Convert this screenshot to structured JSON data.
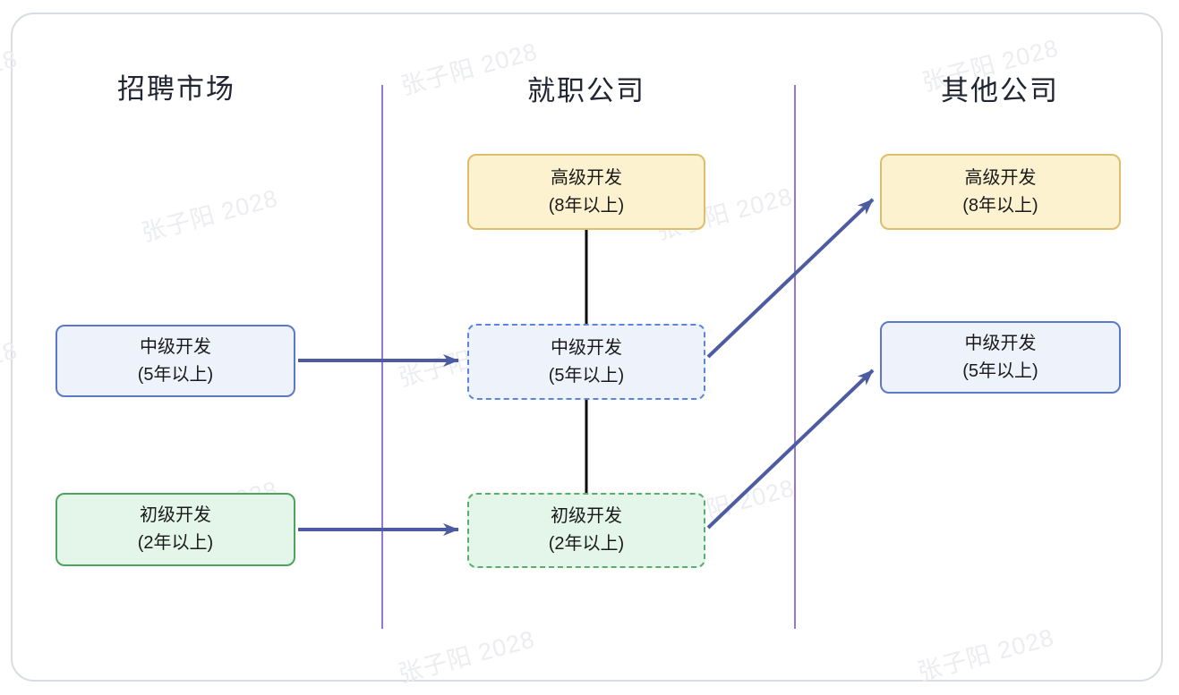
{
  "diagram": {
    "watermark_text": "张子阳 2028",
    "headers": [
      {
        "id": "market",
        "label": "招聘市场"
      },
      {
        "id": "company",
        "label": "就职公司"
      },
      {
        "id": "other",
        "label": "其他公司"
      }
    ],
    "nodes": {
      "market_mid": {
        "title": "中级开发",
        "subtitle": "(5年以上)"
      },
      "market_junior": {
        "title": "初级开发",
        "subtitle": "(2年以上)"
      },
      "company_senior": {
        "title": "高级开发",
        "subtitle": "(8年以上)"
      },
      "company_mid": {
        "title": "中级开发",
        "subtitle": "(5年以上)"
      },
      "company_junior": {
        "title": "初级开发",
        "subtitle": "(2年以上)"
      },
      "other_senior": {
        "title": "高级开发",
        "subtitle": "(8年以上)"
      },
      "other_mid": {
        "title": "中级开发",
        "subtitle": "(5年以上)"
      }
    },
    "colors": {
      "arrow": "#4D5CA1",
      "divider": "#9077DD",
      "connector_line": "#0A0A0A",
      "yellow_bg": "#FCF2CF",
      "yellow_border": "#DDBE69",
      "blue_bg": "#EDF2FB",
      "blue_border": "#5C79C8",
      "blue_dash_border": "#5A87D9",
      "green_bg": "#E4F5E9",
      "green_border": "#4EA45E",
      "green_dash_border": "#57AE6D",
      "frame_border": "#D9DCE1",
      "watermark": "#ECEDF1",
      "header_text": "#202531",
      "box_text": "#1A1A1A"
    }
  }
}
